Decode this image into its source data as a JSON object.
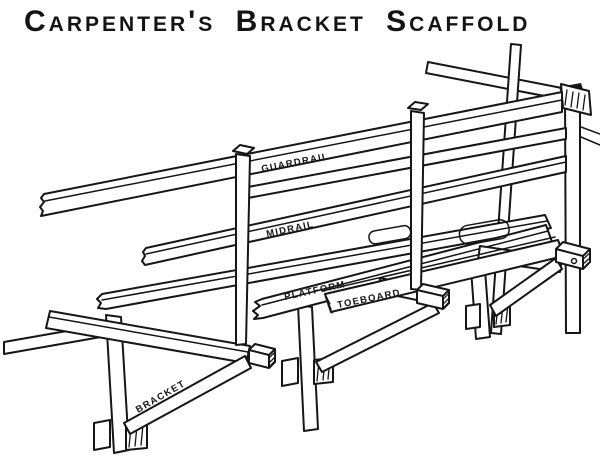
{
  "title": "Carpenter's Bracket Scaffold",
  "diagram": {
    "labels": {
      "guardrail": "GUARDRAIL",
      "midrail": "MIDRAIL",
      "platform": "PLATFORM",
      "toeboard": "TOEBOARD",
      "bracket": "BRACKET"
    },
    "colors": {
      "ink": "#161616",
      "background": "#ffffff"
    }
  }
}
